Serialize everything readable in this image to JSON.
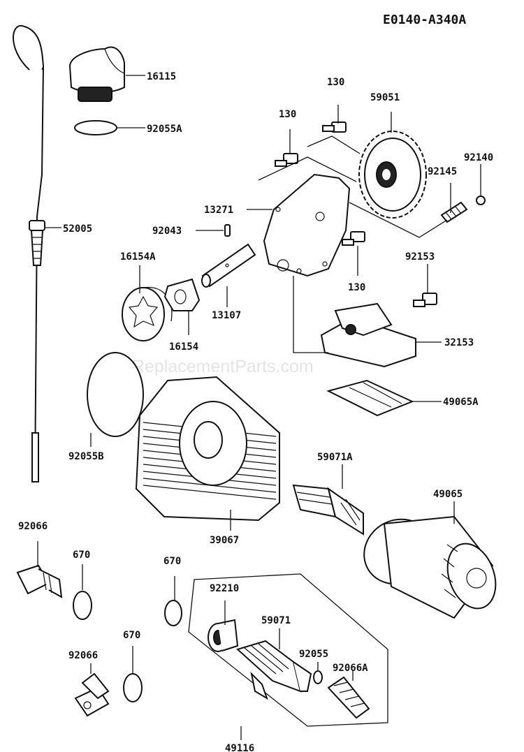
{
  "diagram_code": "E0140-A340A",
  "watermark": "eReplacementParts.com",
  "labels": [
    "16115",
    "92055A",
    "130",
    "59051",
    "130",
    "92140",
    "92145",
    "52005",
    "13271",
    "92043",
    "16154A",
    "92153",
    "130",
    "13107",
    "16154",
    "32153",
    "49065A",
    "92055B",
    "59071A",
    "49065",
    "92066",
    "670",
    "39067",
    "670",
    "92210",
    "59071",
    "670",
    "92066",
    "92055",
    "92066A",
    "49116"
  ]
}
